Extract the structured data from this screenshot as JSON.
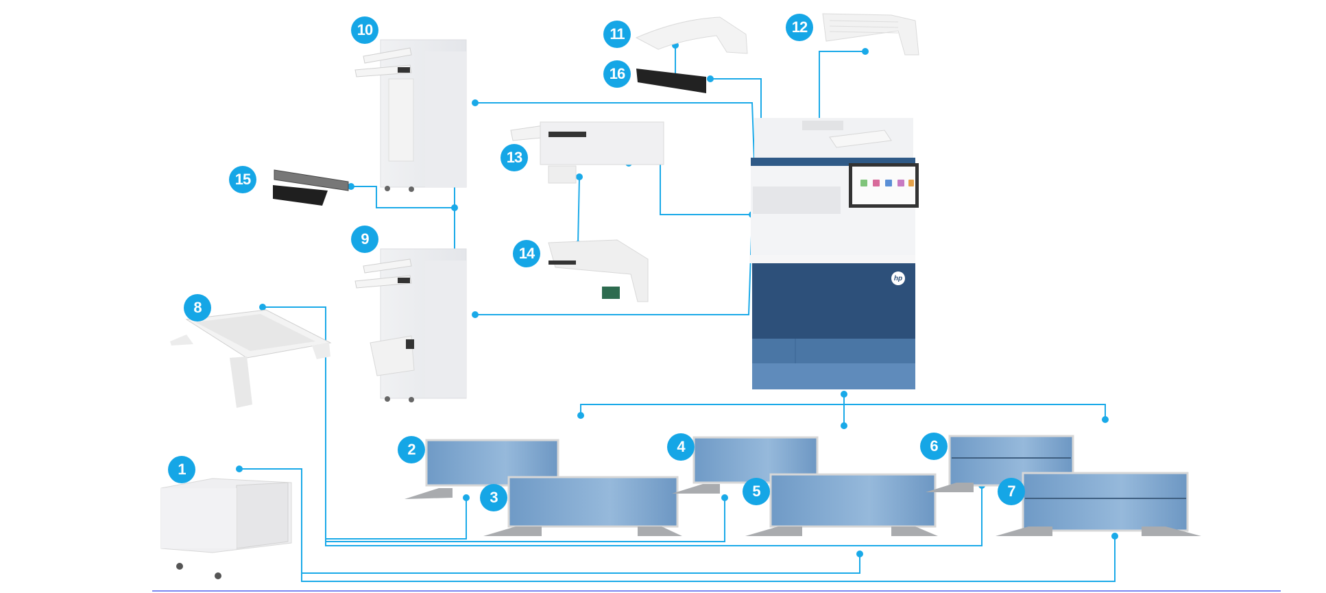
{
  "diagram": {
    "title": "",
    "center_unit": {
      "name": "printer-mfp",
      "logo": "hp",
      "screen_tiles": [
        "#7fc47a",
        "#d86a9a",
        "#5a8fd6",
        "#c77ac2",
        "#e5a24a"
      ]
    },
    "accent_color": "#15a6e6",
    "line_color": "#19a9e8",
    "divider_color": "#7b86f0",
    "callouts": [
      {
        "id": "1",
        "label": "1",
        "part": "cabinet-with-casters"
      },
      {
        "id": "2",
        "label": "2",
        "part": "paper-tray-single"
      },
      {
        "id": "3",
        "label": "3",
        "part": "paper-tray-large-single"
      },
      {
        "id": "4",
        "label": "4",
        "part": "paper-tray-single-stand"
      },
      {
        "id": "5",
        "label": "5",
        "part": "paper-tray-large-stand"
      },
      {
        "id": "6",
        "label": "6",
        "part": "paper-tray-double"
      },
      {
        "id": "7",
        "label": "7",
        "part": "paper-tray-large-double"
      },
      {
        "id": "8",
        "label": "8",
        "part": "stand-platform"
      },
      {
        "id": "9",
        "label": "9",
        "part": "booklet-finisher"
      },
      {
        "id": "10",
        "label": "10",
        "part": "stapler-stacker-finisher"
      },
      {
        "id": "11",
        "label": "11",
        "part": "output-bin-curved"
      },
      {
        "id": "12",
        "label": "12",
        "part": "mailbox-output-bins"
      },
      {
        "id": "13",
        "label": "13",
        "part": "inner-finisher"
      },
      {
        "id": "14",
        "label": "14",
        "part": "hole-punch-unit"
      },
      {
        "id": "15",
        "label": "15",
        "part": "hole-punch-kit"
      },
      {
        "id": "16",
        "label": "16",
        "part": "bridge-unit"
      }
    ]
  }
}
